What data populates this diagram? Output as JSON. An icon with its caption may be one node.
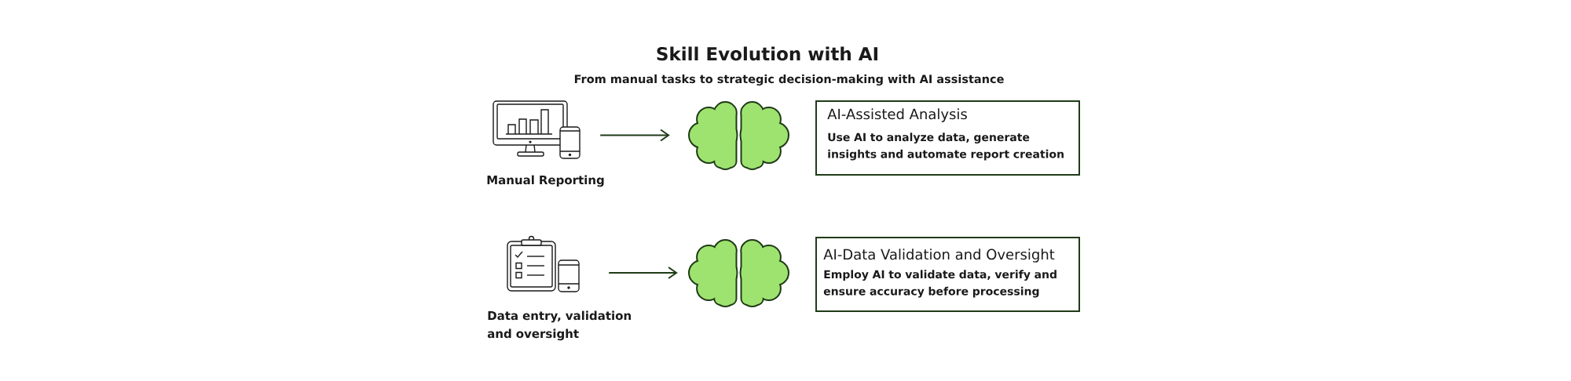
{
  "diagram": {
    "title": "Skill Evolution with AI",
    "nodes": [
      {
        "text": [],
        "shape": "picture",
        "beside": [
          "Manual Reporting"
        ]
      },
      {
        "text": [],
        "shape": "picture"
      },
      {
        "text": [
          "AI-Assisted Analysis",
          "Use AI to analyze data, generate insights and automate report creation"
        ]
      },
      {
        "text": [],
        "shape": "picture",
        "beside": [
          "Data entry, validation and oversight"
        ]
      },
      {
        "text": [],
        "shape": "picture"
      },
      {
        "text": [
          "AI-Data Validation and Oversight",
          "Employ AI to validate data, verify and ensure accuracy before processing"
        ]
      }
    ],
    "edges": [
      {
        "from": 0,
        "to": 1,
        "arrow": "to"
      },
      {
        "from": 3,
        "to": 4,
        "arrow": "to"
      }
    ],
    "labels": [
      "From manual tasks to strategic decision-making with AI assistance"
    ]
  }
}
